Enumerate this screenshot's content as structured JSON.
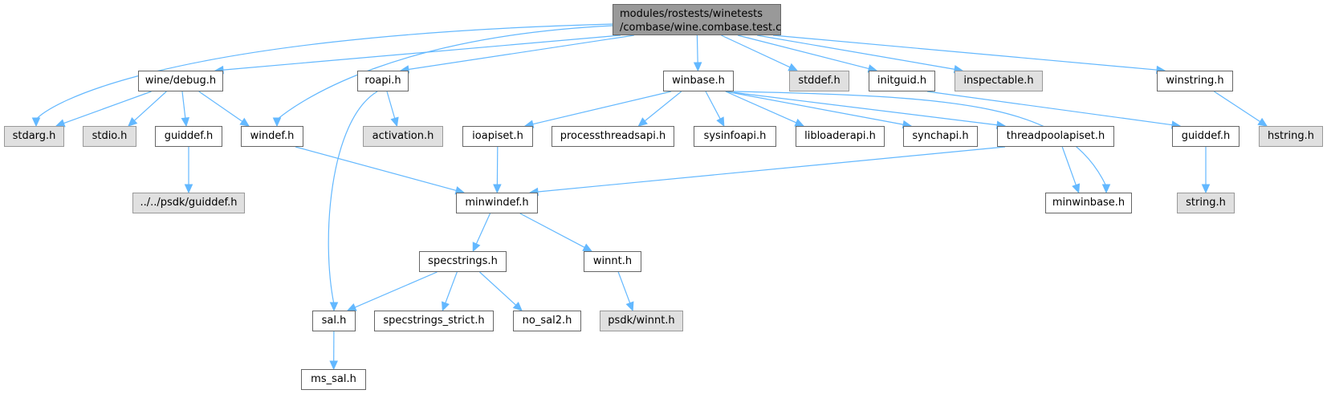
{
  "diagram": {
    "type": "include-dependency-graph",
    "edge_color": "#63b8ff",
    "colors": {
      "root_fill": "#999999",
      "local_fill": "#ffffff",
      "external_fill": "#e0e0e0",
      "border": "#666666",
      "external_border": "#999999"
    },
    "root": {
      "id": "root",
      "line1": "modules/rostests/winetests",
      "line2": "/combase/wine.combase.test.c"
    },
    "nodes": [
      {
        "id": "wine_debug",
        "label": "wine/debug.h",
        "kind": "local"
      },
      {
        "id": "roapi",
        "label": "roapi.h",
        "kind": "local"
      },
      {
        "id": "winbase",
        "label": "winbase.h",
        "kind": "local"
      },
      {
        "id": "stddef",
        "label": "stddef.h",
        "kind": "external"
      },
      {
        "id": "initguid",
        "label": "initguid.h",
        "kind": "local"
      },
      {
        "id": "inspectable",
        "label": "inspectable.h",
        "kind": "external"
      },
      {
        "id": "winstring",
        "label": "winstring.h",
        "kind": "local"
      },
      {
        "id": "stdarg",
        "label": "stdarg.h",
        "kind": "external"
      },
      {
        "id": "stdio",
        "label": "stdio.h",
        "kind": "external"
      },
      {
        "id": "guiddef1",
        "label": "guiddef.h",
        "kind": "local"
      },
      {
        "id": "windef",
        "label": "windef.h",
        "kind": "local"
      },
      {
        "id": "activation",
        "label": "activation.h",
        "kind": "external"
      },
      {
        "id": "ioapiset",
        "label": "ioapiset.h",
        "kind": "local"
      },
      {
        "id": "processthreadsapi",
        "label": "processthreadsapi.h",
        "kind": "local"
      },
      {
        "id": "sysinfoapi",
        "label": "sysinfoapi.h",
        "kind": "local"
      },
      {
        "id": "libloaderapi",
        "label": "libloaderapi.h",
        "kind": "local"
      },
      {
        "id": "synchapi",
        "label": "synchapi.h",
        "kind": "local"
      },
      {
        "id": "threadpoolapiset",
        "label": "threadpoolapiset.h",
        "kind": "local"
      },
      {
        "id": "guiddef2",
        "label": "guiddef.h",
        "kind": "local"
      },
      {
        "id": "hstring",
        "label": "hstring.h",
        "kind": "external"
      },
      {
        "id": "psdk_guiddef",
        "label": "../../psdk/guiddef.h",
        "kind": "external"
      },
      {
        "id": "minwindef",
        "label": "minwindef.h",
        "kind": "local"
      },
      {
        "id": "minwinbase",
        "label": "minwinbase.h",
        "kind": "local"
      },
      {
        "id": "string",
        "label": "string.h",
        "kind": "external"
      },
      {
        "id": "specstrings",
        "label": "specstrings.h",
        "kind": "local"
      },
      {
        "id": "winnt",
        "label": "winnt.h",
        "kind": "local"
      },
      {
        "id": "sal",
        "label": "sal.h",
        "kind": "local"
      },
      {
        "id": "specstrings_strict",
        "label": "specstrings_strict.h",
        "kind": "local"
      },
      {
        "id": "no_sal2",
        "label": "no_sal2.h",
        "kind": "local"
      },
      {
        "id": "psdk_winnt",
        "label": "psdk/winnt.h",
        "kind": "external"
      },
      {
        "id": "ms_sal",
        "label": "ms_sal.h",
        "kind": "local"
      }
    ],
    "edges": [
      [
        "root",
        "wine_debug"
      ],
      [
        "root",
        "stdarg"
      ],
      [
        "root",
        "windef"
      ],
      [
        "root",
        "roapi"
      ],
      [
        "root",
        "winbase"
      ],
      [
        "root",
        "stddef"
      ],
      [
        "root",
        "initguid"
      ],
      [
        "root",
        "inspectable"
      ],
      [
        "root",
        "winstring"
      ],
      [
        "wine_debug",
        "stdarg"
      ],
      [
        "wine_debug",
        "stdio"
      ],
      [
        "wine_debug",
        "guiddef1"
      ],
      [
        "wine_debug",
        "windef"
      ],
      [
        "guiddef1",
        "psdk_guiddef"
      ],
      [
        "windef",
        "minwindef"
      ],
      [
        "roapi",
        "activation"
      ],
      [
        "roapi",
        "sal"
      ],
      [
        "winbase",
        "ioapiset"
      ],
      [
        "winbase",
        "processthreadsapi"
      ],
      [
        "winbase",
        "sysinfoapi"
      ],
      [
        "winbase",
        "libloaderapi"
      ],
      [
        "winbase",
        "synchapi"
      ],
      [
        "winbase",
        "threadpoolapiset"
      ],
      [
        "winbase",
        "minwinbase"
      ],
      [
        "initguid",
        "guiddef2"
      ],
      [
        "winstring",
        "hstring"
      ],
      [
        "ioapiset",
        "minwindef"
      ],
      [
        "threadpoolapiset",
        "minwindef"
      ],
      [
        "threadpoolapiset",
        "minwinbase"
      ],
      [
        "guiddef2",
        "string"
      ],
      [
        "minwindef",
        "specstrings"
      ],
      [
        "minwindef",
        "winnt"
      ],
      [
        "specstrings",
        "sal"
      ],
      [
        "specstrings",
        "specstrings_strict"
      ],
      [
        "specstrings",
        "no_sal2"
      ],
      [
        "winnt",
        "psdk_winnt"
      ],
      [
        "sal",
        "ms_sal"
      ]
    ]
  }
}
